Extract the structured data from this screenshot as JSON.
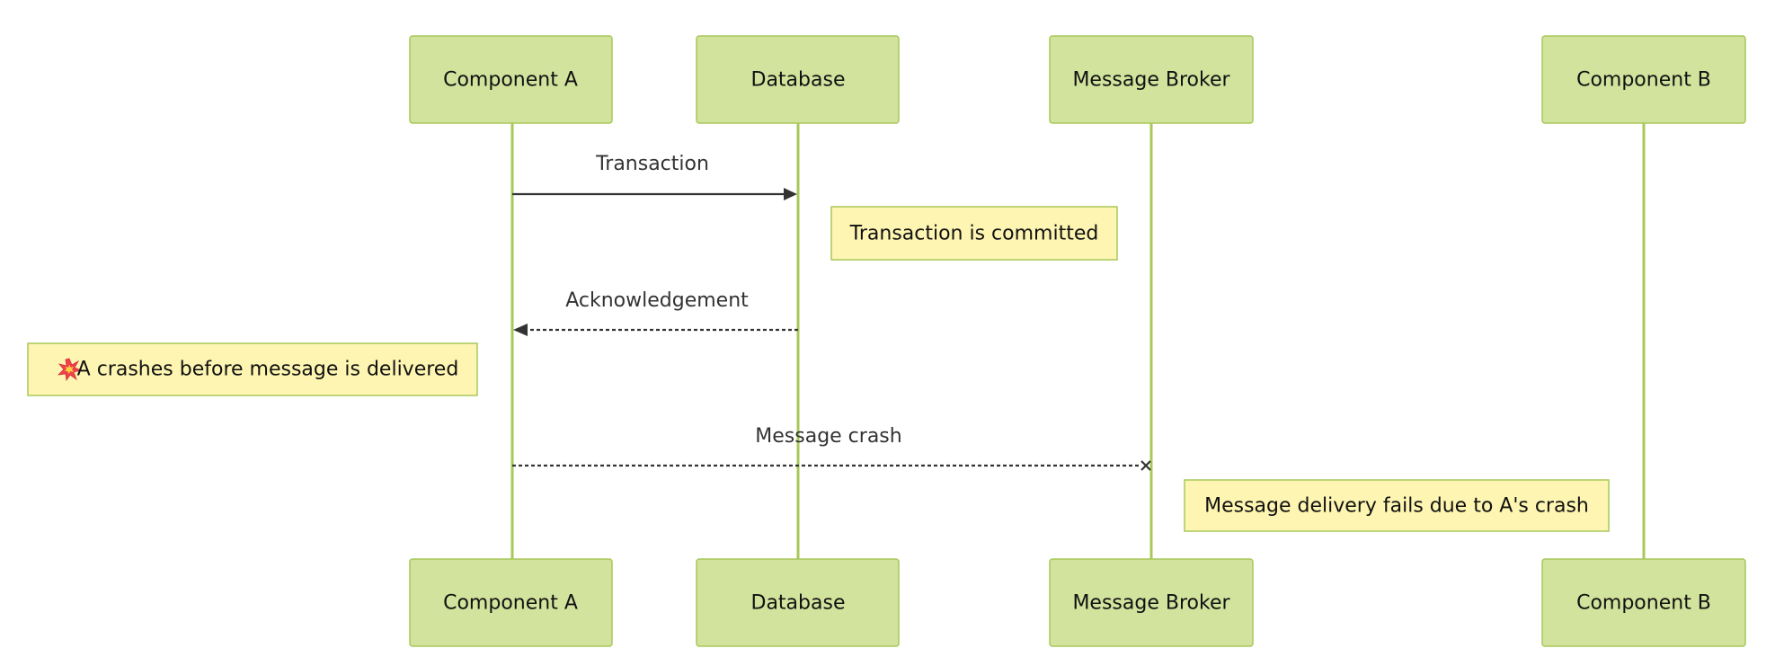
{
  "colors": {
    "actor_fill": "#d2e39d",
    "actor_stroke": "#a8c85a",
    "lifeline": "#a8c85a",
    "note_fill": "#fdf5b1",
    "message": "#333333"
  },
  "participants": [
    {
      "id": "a",
      "label": "Component A"
    },
    {
      "id": "db",
      "label": "Database"
    },
    {
      "id": "mb",
      "label": "Message Broker"
    },
    {
      "id": "b",
      "label": "Component B"
    }
  ],
  "messages": [
    {
      "from": "a",
      "to": "db",
      "label": "Transaction",
      "style": "solid",
      "end": "arrow"
    },
    {
      "from": "db",
      "to": "a",
      "label": "Acknowledgement",
      "style": "dotted",
      "end": "arrow"
    },
    {
      "from": "a",
      "to": "mb",
      "label": "Message crash",
      "style": "dotted",
      "end": "cross"
    }
  ],
  "notes": [
    {
      "position": "right of",
      "of": "db",
      "text": "Transaction is committed"
    },
    {
      "position": "left of",
      "of": "a",
      "icon": "collision-icon",
      "text": "A crashes before message is delivered"
    },
    {
      "position": "right of",
      "of": "mb",
      "text": "Message delivery fails due to A's crash"
    }
  ]
}
